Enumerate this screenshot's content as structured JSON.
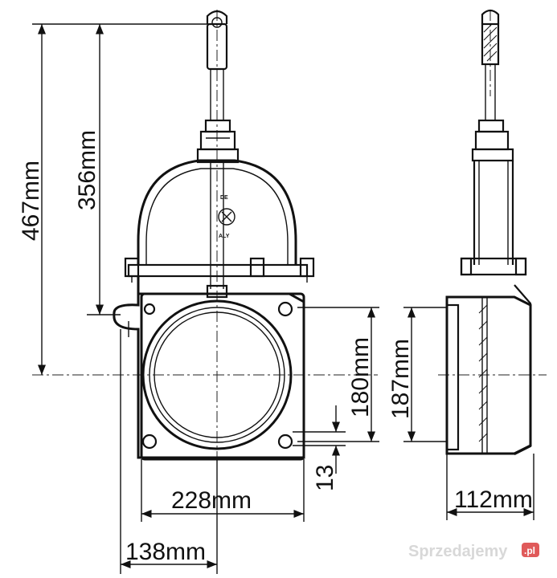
{
  "dimensions": {
    "overall_height": "467mm",
    "body_height": "356mm",
    "flange_height": "180mm",
    "flange_height_outer": "187mm",
    "bolt_offset": "13",
    "flange_width": "228mm",
    "half_width": "138mm",
    "side_depth": "112mm"
  },
  "logo": {
    "line1": "DE",
    "line2": "ALY"
  },
  "watermark": {
    "text": "Sprzedajemy",
    "suffix": ".pl"
  }
}
